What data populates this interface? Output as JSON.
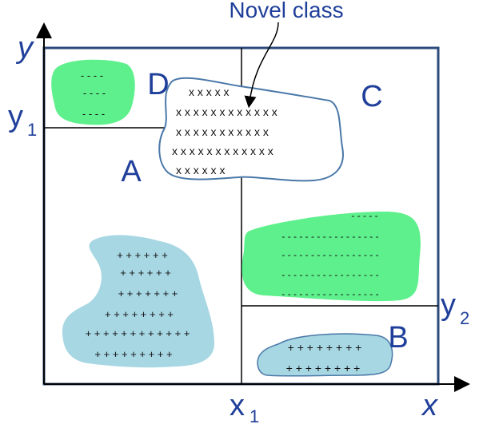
{
  "annotation": {
    "novel_class": "Novel class"
  },
  "axes": {
    "x": "x",
    "y": "y",
    "x1": "x",
    "x1_sub": "1",
    "y1": "y",
    "y1_sub": "1",
    "y2": "y",
    "y2_sub": "2"
  },
  "regions": {
    "A": "A",
    "B": "B",
    "C": "C",
    "D": "D"
  },
  "clusters": {
    "green_top_left": {
      "rows": [
        "- - - -",
        "- - - -",
        "- - - -"
      ]
    },
    "novel": {
      "rows": [
        "x x x x x",
        "x x x  x x x x x x x x x",
        "x x  x x x x x x x x x",
        "x x x x x x x x x x x x",
        "x  x x x              x  x"
      ]
    },
    "green_right": {
      "rows": [
        "- - -  - -",
        "- - - - - - - - - - - - - - - - -",
        "- - - - - - - - - - - - - - - - -",
        "- - - - - - - - - - - - - - - - -",
        "- - - - - - - - - - - - - - - - -"
      ]
    },
    "plus_left": {
      "rows": [
        "+ + + +  + +",
        "+ +  + +  + +",
        "+ + + +  + +  +",
        "+ + + + + + +  +",
        "+ + + + +  + + + +  + + +",
        "+ + + +  + + + +  +"
      ]
    },
    "plus_bottom": {
      "rows": [
        "+ + + + + + + +",
        "+ + + + + + + +"
      ]
    }
  },
  "colors": {
    "frame": "#2b4a7a",
    "label": "#1f3f9a",
    "green": "#5ef08c",
    "blue_blob": "#a7d7e3",
    "blob_stroke": "#4a78a8"
  }
}
